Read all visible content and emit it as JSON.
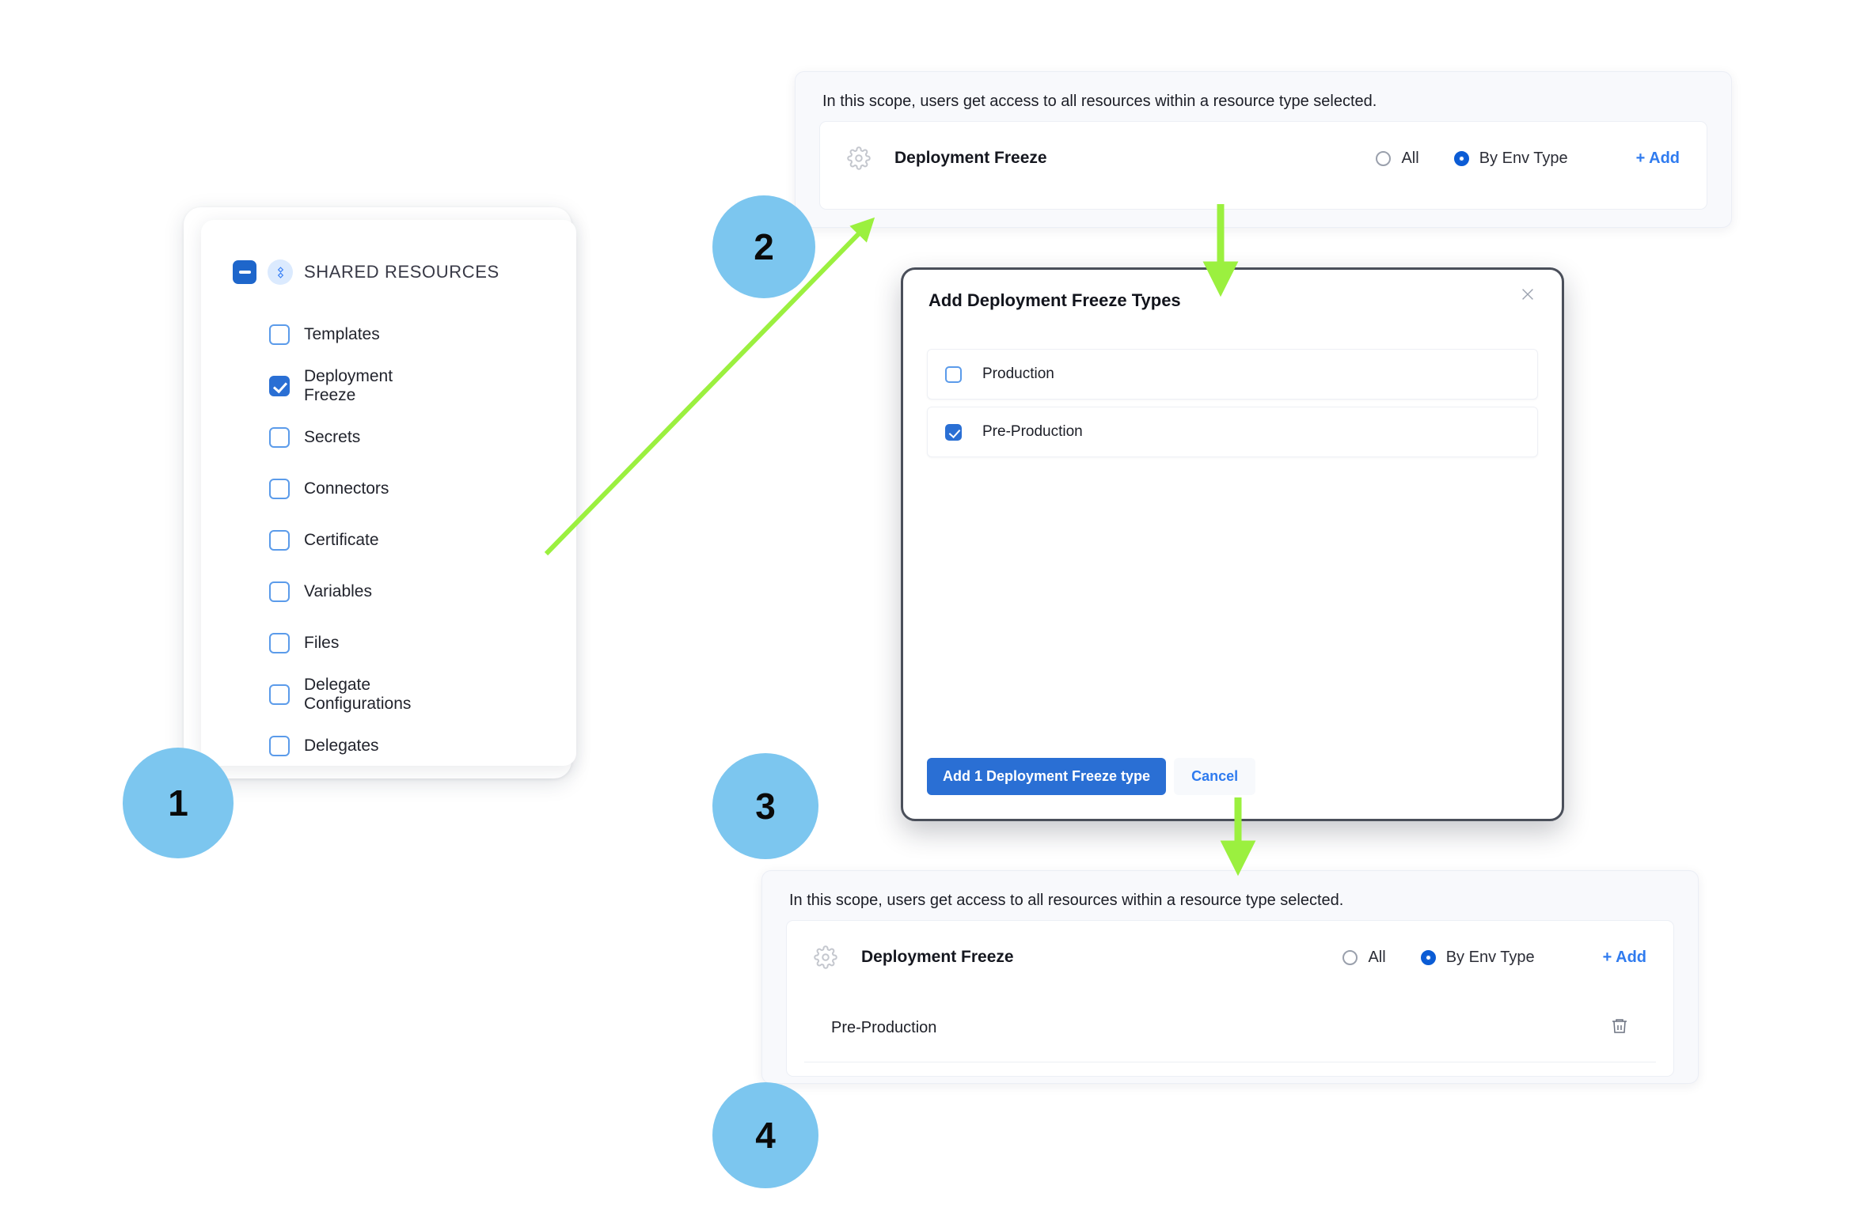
{
  "steps": [
    {
      "n": "1"
    },
    {
      "n": "2"
    },
    {
      "n": "3"
    },
    {
      "n": "4"
    }
  ],
  "shared_resources": {
    "title": "SHARED RESOURCES",
    "collapse_icon": "minus-icon",
    "group_icon": "resource-group-icon",
    "items": [
      {
        "label": "Templates",
        "checked": false
      },
      {
        "label": "Deployment Freeze",
        "checked": true
      },
      {
        "label": "Secrets",
        "checked": false
      },
      {
        "label": "Connectors",
        "checked": false
      },
      {
        "label": "Certificate",
        "checked": false
      },
      {
        "label": "Variables",
        "checked": false
      },
      {
        "label": "Files",
        "checked": false
      },
      {
        "label": "Delegate Configurations",
        "checked": false
      },
      {
        "label": "Delegates",
        "checked": false
      }
    ]
  },
  "scope_before": {
    "note": "In this scope, users get access to all resources within a resource type selected.",
    "resource_icon": "gear-icon",
    "resource_name": "Deployment Freeze",
    "options": [
      {
        "label": "All",
        "selected": false
      },
      {
        "label": "By Env Type",
        "selected": true
      }
    ],
    "add_label": "+ Add",
    "chips": []
  },
  "modal": {
    "title": "Add Deployment Freeze Types",
    "close_icon": "close-icon",
    "items": [
      {
        "label": "Production",
        "checked": false
      },
      {
        "label": "Pre-Production",
        "checked": true
      }
    ],
    "primary_label": "Add 1 Deployment Freeze type",
    "cancel_label": "Cancel"
  },
  "scope_after": {
    "note": "In this scope, users get access to all resources within a resource type selected.",
    "resource_icon": "gear-icon",
    "resource_name": "Deployment Freeze",
    "options": [
      {
        "label": "All",
        "selected": false
      },
      {
        "label": "By Env Type",
        "selected": true
      }
    ],
    "add_label": "+ Add",
    "chips": [
      {
        "label": "Pre-Production",
        "delete_icon": "trash-icon"
      }
    ]
  },
  "colors": {
    "accent_blue": "#2a6fd4",
    "link_blue": "#2f7bef",
    "bubble_blue": "#7cc6ef",
    "arrow_green": "#9bf03f",
    "panel_bg": "#f8f9fc"
  }
}
